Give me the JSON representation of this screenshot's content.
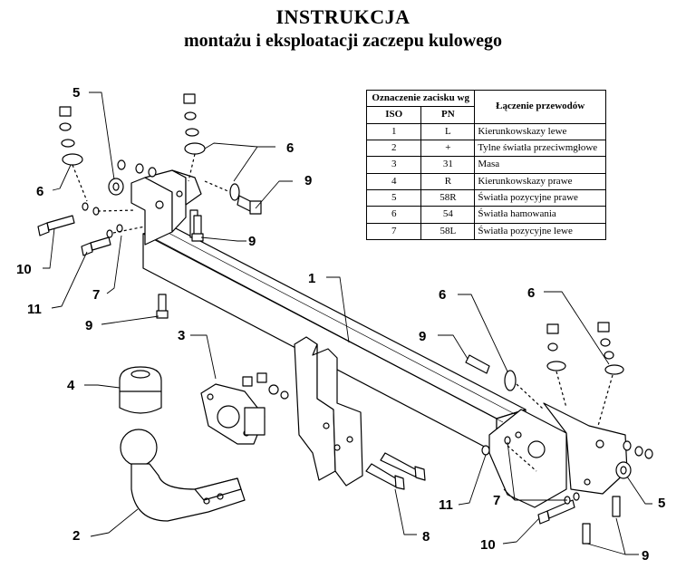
{
  "title": "INSTRUKCJA",
  "subtitle": "montażu i eksploatacji zaczepu kulowego",
  "table": {
    "header_designation": "Oznaczenie zacisku wg",
    "header_iso": "ISO",
    "header_pn": "PN",
    "header_connection": "Łączenie przewodów",
    "rows": [
      {
        "iso": "1",
        "pn": "L",
        "desc": "Kierunkowskazy lewe"
      },
      {
        "iso": "2",
        "pn": "+",
        "desc": "Tylne światła przeciwmgłowe"
      },
      {
        "iso": "3",
        "pn": "31",
        "desc": "Masa"
      },
      {
        "iso": "4",
        "pn": "R",
        "desc": "Kierunkowskazy prawe"
      },
      {
        "iso": "5",
        "pn": "58R",
        "desc": "Światła pozycyjne prawe"
      },
      {
        "iso": "6",
        "pn": "54",
        "desc": "Światła hamowania"
      },
      {
        "iso": "7",
        "pn": "58L",
        "desc": "Światła pozycyjne lewe"
      }
    ]
  },
  "callouts": {
    "c1": "1",
    "c2": "2",
    "c3": "3",
    "c4": "4",
    "c5a": "5",
    "c5b": "5",
    "c6a": "6",
    "c6b": "6",
    "c6c": "6",
    "c6d": "6",
    "c7a": "7",
    "c7b": "7",
    "c8": "8",
    "c9a": "9",
    "c9b": "9",
    "c9c": "9",
    "c9d": "9",
    "c10a": "10",
    "c10b": "10",
    "c11a": "11",
    "c11b": "11"
  }
}
